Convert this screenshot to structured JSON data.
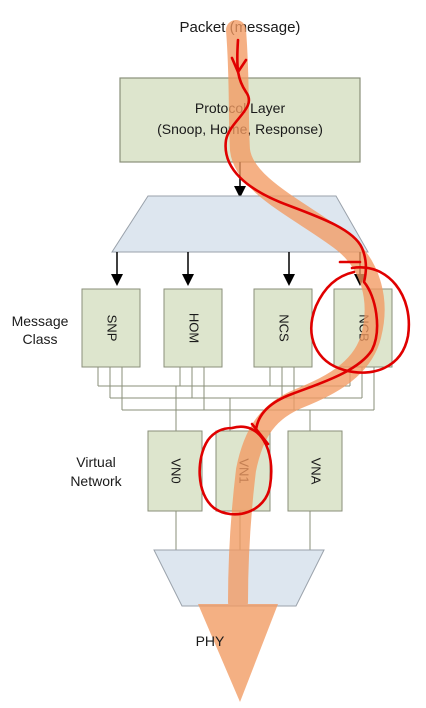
{
  "packet_label": "Packet (message)",
  "protocol_layer": {
    "title": "Protocol Layer",
    "subtitle": "(Snoop, Home, Response)"
  },
  "message_class": {
    "label_line1": "Message",
    "label_line2": "Class",
    "boxes": [
      "SNP",
      "HOM",
      "NCS",
      "NCB"
    ]
  },
  "virtual_network": {
    "label_line1": "Virtual",
    "label_line2": "Network",
    "boxes": [
      "VN0",
      "VN1",
      "VNA"
    ]
  },
  "phy_label": "PHY",
  "colors": {
    "box_fill": "#dde5cd",
    "box_stroke": "#8a8f7a",
    "mux_fill": "#dde6ef",
    "ink_red": "#e00000",
    "arrow_orange": "#f29a61"
  }
}
